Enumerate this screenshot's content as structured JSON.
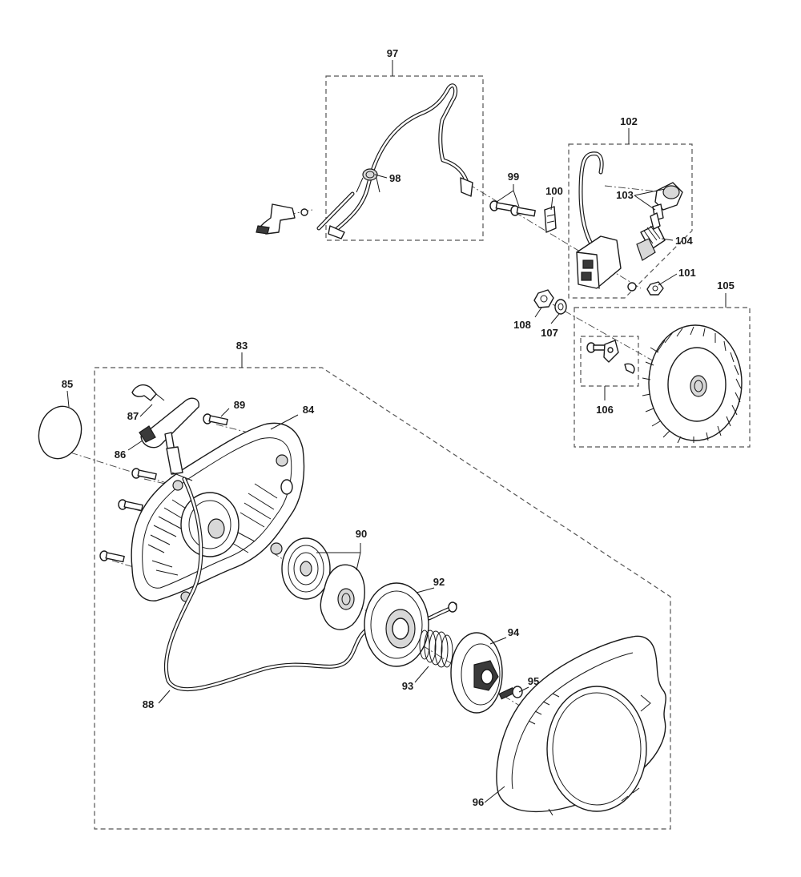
{
  "callouts": {
    "p83": "83",
    "p84": "84",
    "p85": "85",
    "p86": "86",
    "p87": "87",
    "p88": "88",
    "p89": "89",
    "p90": "90",
    "p92": "92",
    "p93": "93",
    "p94": "94",
    "p95": "95",
    "p96": "96",
    "p97": "97",
    "p98": "98",
    "p99": "99",
    "p100": "100",
    "p101": "101",
    "p102": "102",
    "p103": "103",
    "p104": "104",
    "p105": "105",
    "p106": "106",
    "p107": "107",
    "p108": "108"
  }
}
